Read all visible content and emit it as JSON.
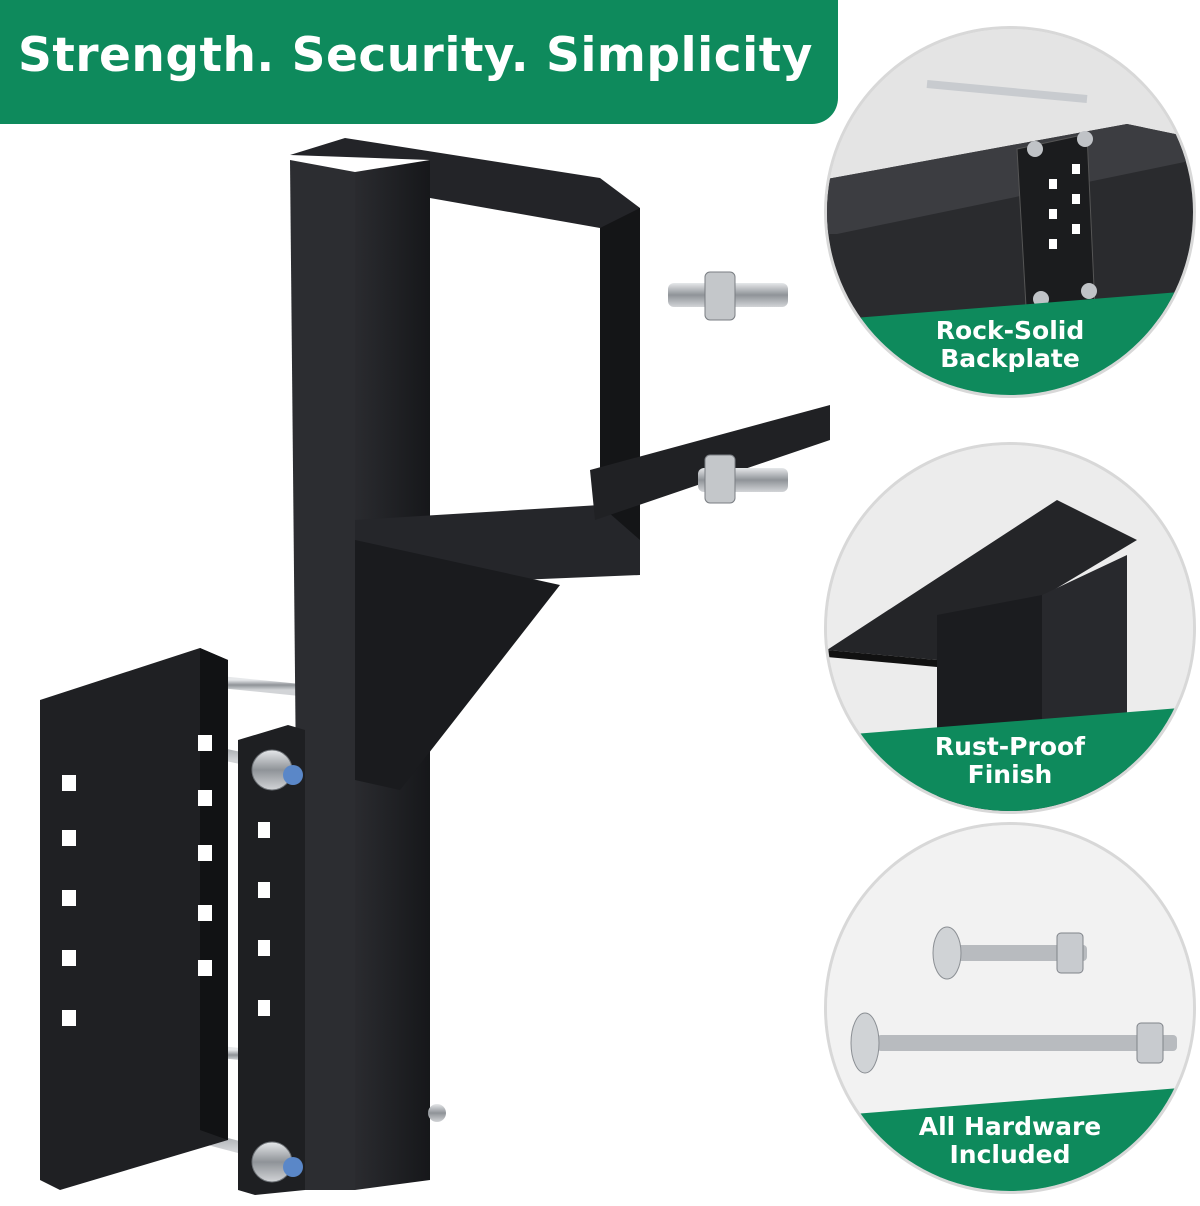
{
  "banner": {
    "title": "Strength. Security. Simplicity",
    "color": "#0e8a5c"
  },
  "product": {
    "icon": "spare-tire-carrier-bracket-image",
    "finish_color": "#1e1f22",
    "hardware_color": "#b9bcc0"
  },
  "callouts": [
    {
      "line1": "Rock-Solid",
      "line2": "Backplate",
      "icon": "backplate-icon"
    },
    {
      "line1": "Rust-Proof",
      "line2": "Finish",
      "icon": "finish-icon"
    },
    {
      "line1": "All Hardware",
      "line2": "Included",
      "icon": "bolts-icon"
    }
  ]
}
